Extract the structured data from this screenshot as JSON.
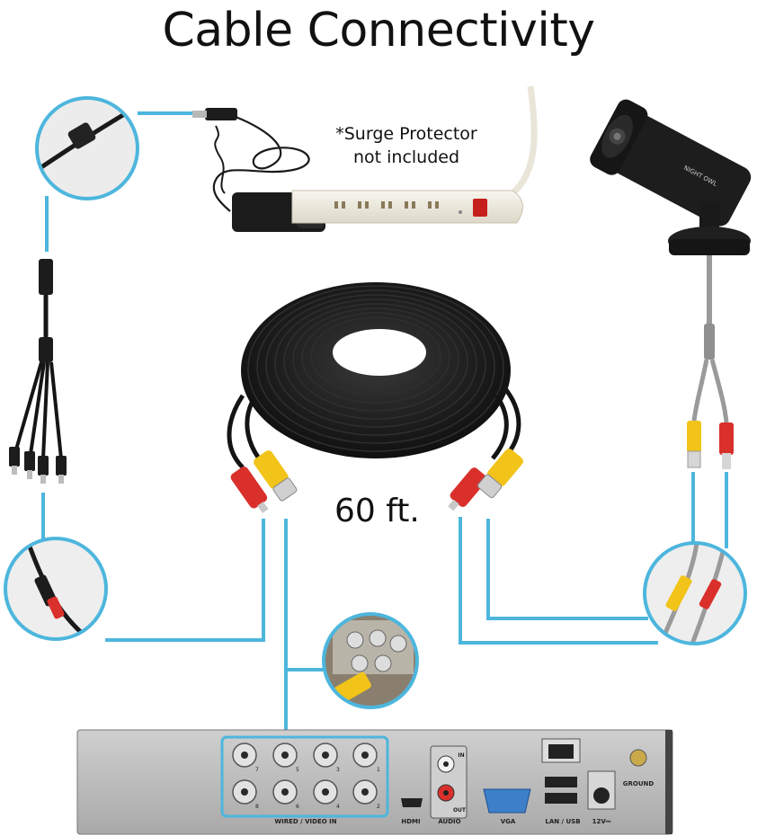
{
  "title": "Cable Connectivity",
  "surge_note": {
    "line1": "*Surge Protector",
    "line2": "not included"
  },
  "cable_length": "60 ft.",
  "camera_brand": "NIGHT OWL",
  "dvr": {
    "port_labels": {
      "video_in": "WIRED / VIDEO IN",
      "hdmi": "HDMI",
      "audio": "AUDIO",
      "audio_in": "IN",
      "audio_out": "OUT",
      "vga": "VGA",
      "lan_usb": "LAN / USB",
      "power": "12V⎓",
      "ground": "GROUND"
    },
    "channel_numbers": [
      "7",
      "5",
      "3",
      "1",
      "8",
      "6",
      "4",
      "2"
    ]
  },
  "colors": {
    "accent_blue": "#4db6dd",
    "cable_black": "#141414",
    "bnc_yellow": "#f2c419",
    "dc_red": "#d9302c"
  }
}
